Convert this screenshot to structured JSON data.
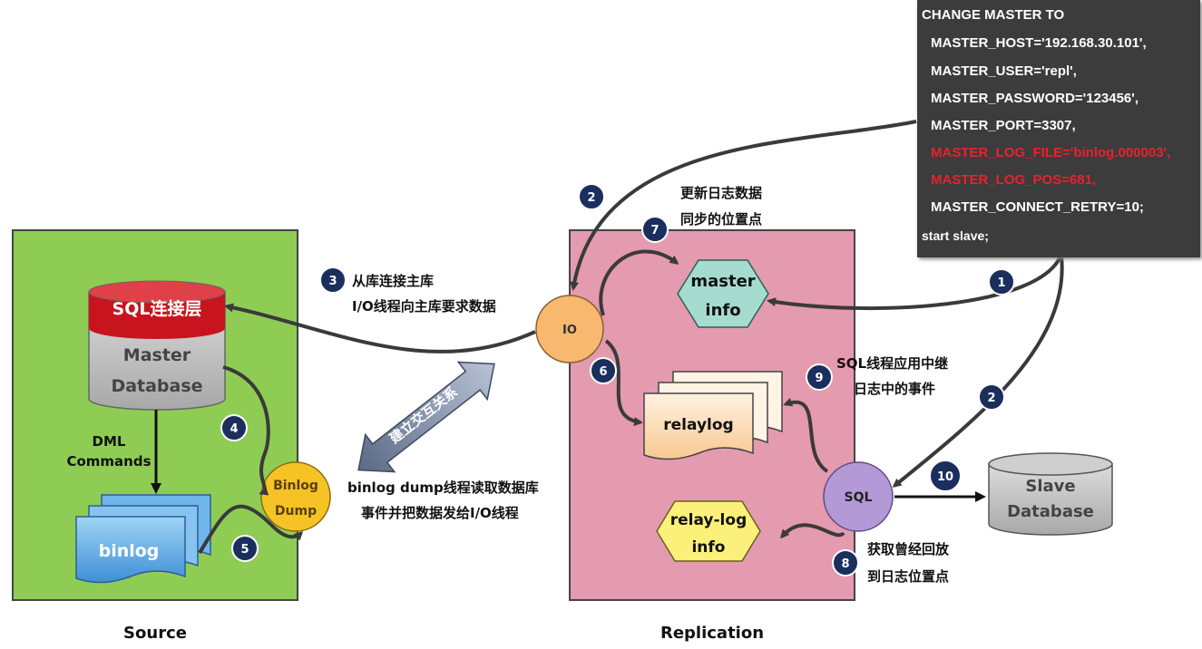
{
  "source": {
    "title": "Source",
    "sql_layer": "SQL连接层",
    "master_db_line1": "Master",
    "master_db_line2": "Database",
    "dml_line1": "DML",
    "dml_line2": "Commands",
    "binlog": "binlog",
    "binlog_dump_line1": "Binlog",
    "binlog_dump_line2": "Dump"
  },
  "replication": {
    "title": "Replication",
    "io": "IO",
    "sql": "SQL",
    "master_info_line1": "master",
    "master_info_line2": "info",
    "relaylog": "relaylog",
    "relay_log_info_line1": "relay-log",
    "relay_log_info_line2": "info"
  },
  "slave_db": {
    "line1": "Slave",
    "line2": "Database"
  },
  "interaction": {
    "label": "建立交互关系"
  },
  "steps": {
    "s1": "1",
    "s2a": "2",
    "s2b": "2",
    "s3": "3",
    "s4": "4",
    "s5": "5",
    "s6": "6",
    "s7": "7",
    "s8": "8",
    "s9": "9",
    "s10": "10"
  },
  "annotations": {
    "update_line1": "更新日志数据",
    "update_line2": "同步的位置点",
    "connect_line1": "从库连接主库",
    "connect_line2": "I/O线程向主库要求数据",
    "sql_apply_line1": "SQL线程应用中继",
    "sql_apply_line2": "日志中的事件",
    "dump_line1": "binlog dump线程读取数据库",
    "dump_line2": "事件并把数据发给I/O线程",
    "fetch_line1": "获取曾经回放",
    "fetch_line2": "到日志位置点"
  },
  "change_master": {
    "lines": [
      "CHANGE MASTER TO",
      "MASTER_HOST='192.168.30.101',",
      "MASTER_USER='repl',",
      "MASTER_PASSWORD='123456',",
      "MASTER_PORT=3307,",
      "MASTER_LOG_FILE='binlog.000003',",
      "MASTER_LOG_POS=681,",
      "MASTER_CONNECT_RETRY=10;",
      "start slave;"
    ],
    "highlight_color": "#e8222b"
  },
  "colors": {
    "source_bg": "#8fcc54",
    "replication_bg": "#e49aaf",
    "step_badge": "#1b2f5e",
    "sql_layer": "#c8141e",
    "io_node": "#f8b870",
    "binlog_dump": "#f5c325",
    "sql_node": "#b39ad6",
    "master_info": "#a6dccf",
    "relay_log_info": "#fbf07a"
  }
}
